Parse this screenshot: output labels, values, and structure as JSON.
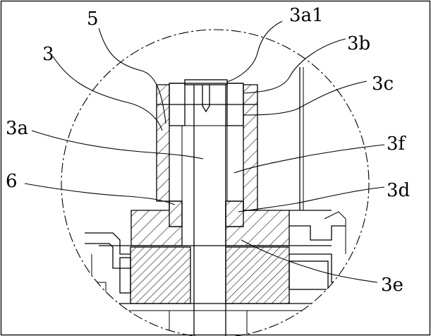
{
  "labels": {
    "l5": "5",
    "l3a1": "3a1",
    "l3b": "3b",
    "l3": "3",
    "l3c": "3c",
    "l3a": "3a",
    "l3f": "3f",
    "l6": "6",
    "l3d": "3d",
    "l3e": "3e"
  }
}
